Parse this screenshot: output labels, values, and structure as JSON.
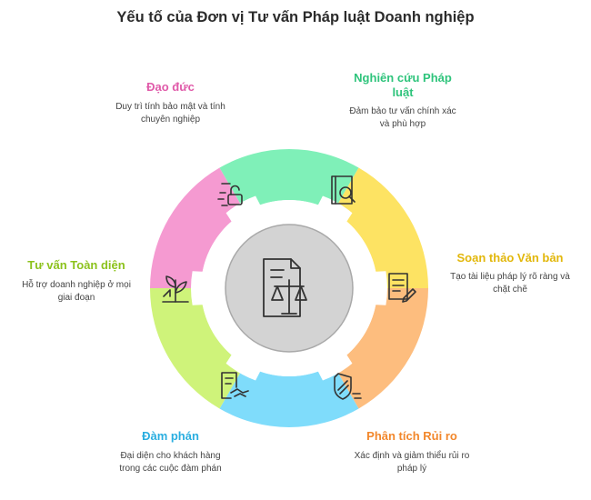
{
  "title": "Yếu tố của Đơn vị Tư vấn Pháp luật Doanh nghiệp",
  "segments": [
    {
      "title": "Đạo đức",
      "desc": "Duy trì tính bảo mật và tính chuyên nghiệp",
      "color": "#f59ad1",
      "text_color": "#e05aa9",
      "icon": "lock-icon"
    },
    {
      "title": "Nghiên cứu Pháp luật",
      "desc": "Đảm bảo tư vấn chính xác và phù hợp",
      "color": "#7ff0b8",
      "text_color": "#2fc47c",
      "icon": "research-book-icon"
    },
    {
      "title": "Soạn thảo Văn bản",
      "desc": "Tạo tài liệu pháp lý rõ ràng và chặt chẽ",
      "color": "#fde363",
      "text_color": "#e2b70b",
      "icon": "document-pen-icon"
    },
    {
      "title": "Phân tích Rủi ro",
      "desc": "Xác định và giảm thiểu rủi ro pháp lý",
      "color": "#fdbd7e",
      "text_color": "#f2872b",
      "icon": "shield-icon"
    },
    {
      "title": "Đàm phán",
      "desc": "Đại diện cho khách hàng trong các cuộc đàm phán",
      "color": "#7fdcfb",
      "text_color": "#2aaee0",
      "icon": "handshake-contract-icon"
    },
    {
      "title": "Tư vấn Toàn diện",
      "desc": "Hỗ trợ doanh nghiệp ở mọi giai đoạn",
      "color": "#cff37a",
      "text_color": "#8cc21c",
      "icon": "growth-plant-icon"
    }
  ],
  "center": {
    "color": "#d3d3d3",
    "icon": "legal-document-scale-icon"
  }
}
